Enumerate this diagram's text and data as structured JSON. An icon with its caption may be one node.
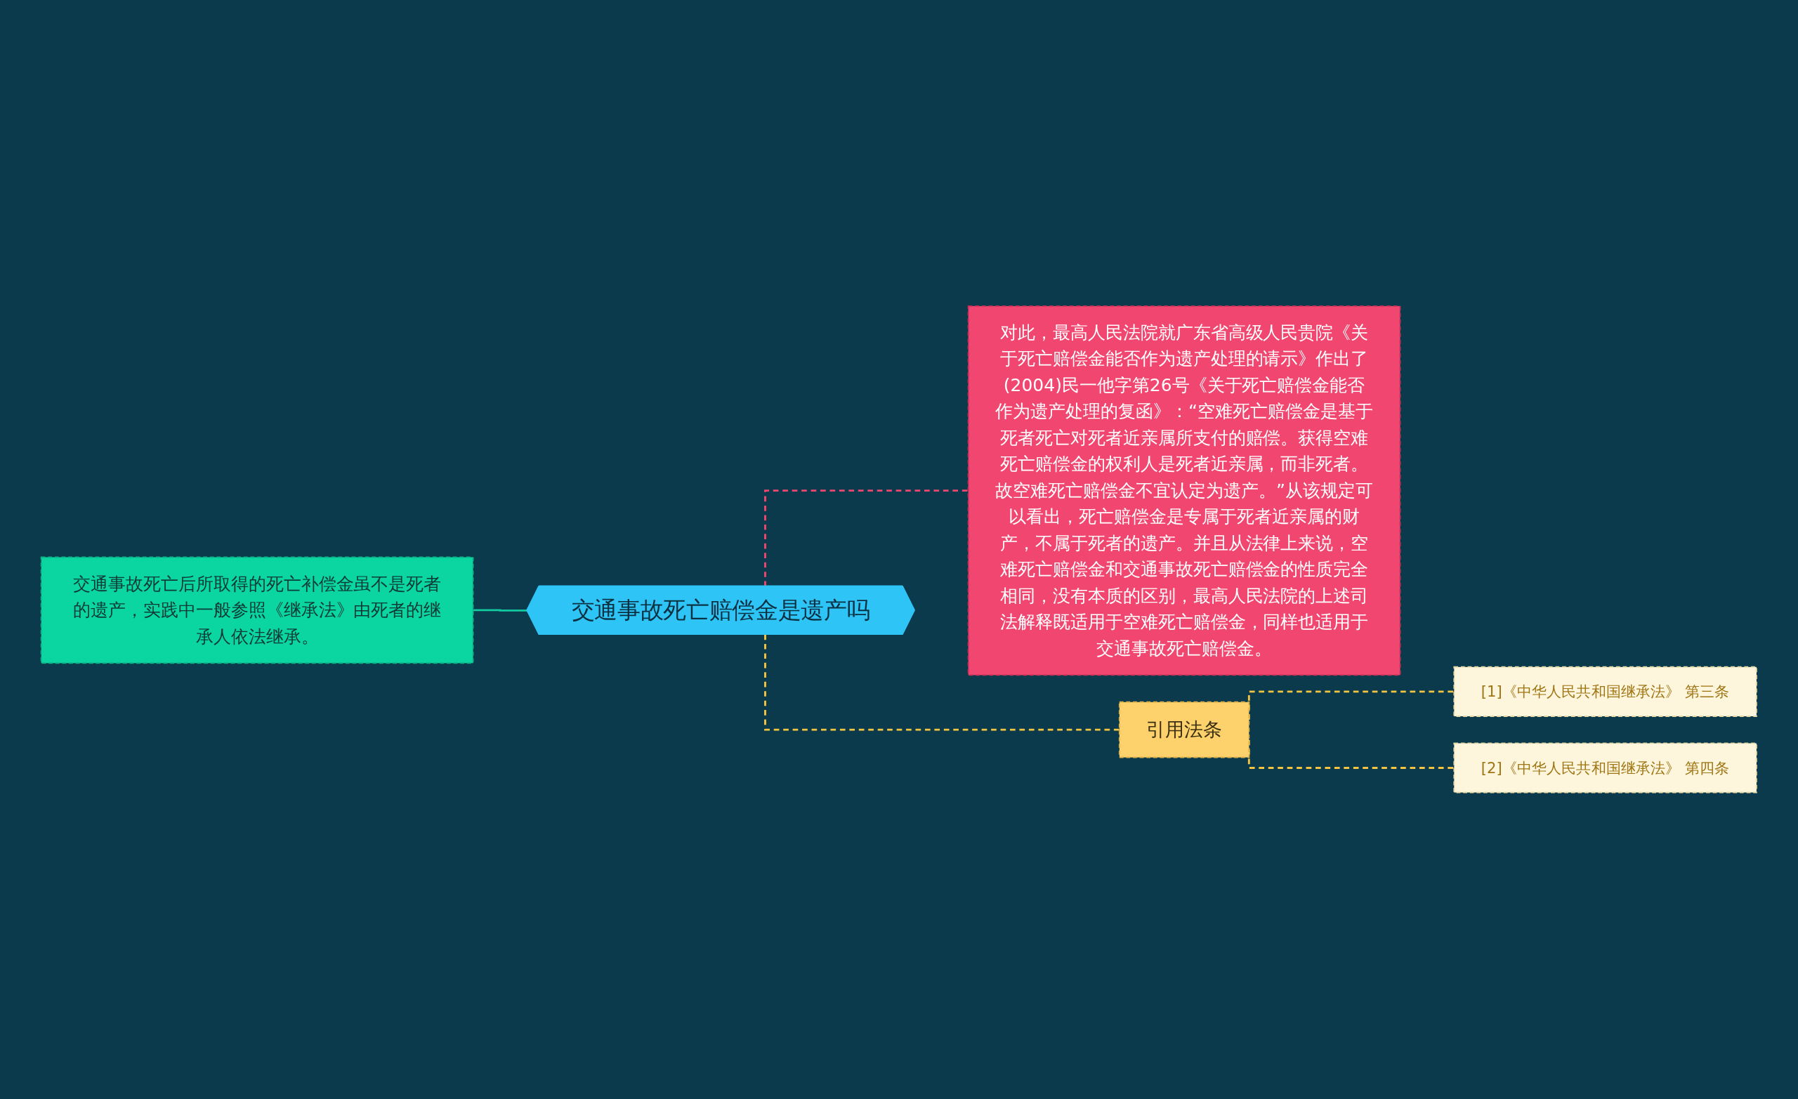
{
  "diagram": {
    "nodes": [
      {
        "text": [
          "交通事故死亡赔偿金是遗产吗"
        ]
      },
      {
        "text": [
          "交通事故死亡后所取得的死亡补偿金虽不是死者的遗产，实践中一般参照《继承法》由死者的继承人依法继承。"
        ]
      },
      {
        "text": [
          "对此，最高人民法院就广东省高级人民贵院《关于死亡赔偿金能否作为遗产处理的请示》作出了(2004)民一他字第26号《关于死亡赔偿金能否作为遗产处理的复函》：“空难死亡赔偿金是基于死者死亡对死者近亲属所支付的赔偿。获得空难死亡赔偿金的权利人是死者近亲属，而非死者。故空难死亡赔偿金不宜认定为遗产。”从该规定可以看出，死亡赔偿金是专属于死者近亲属的财产，不属于死者的遗产。并且从法律上来说，空难死亡赔偿金和交通事故死亡赔偿金的性质完全相同，没有本质的区别，最高人民法院的上述司法解释既适用于空难死亡赔偿金，同样也适用于交通事故死亡赔偿金。"
        ]
      },
      {
        "text": [
          "引用法条"
        ]
      },
      {
        "text": [
          "[1]《中华人民共和国继承法》 第三条"
        ]
      },
      {
        "text": [
          "[2]《中华人民共和国继承法》 第四条"
        ]
      }
    ],
    "edges": [
      {
        "from": 1,
        "to": 0,
        "arrow": "none",
        "color": "#12c9a0"
      },
      {
        "from": 0,
        "to": 2,
        "arrow": "none",
        "style": "dashed",
        "color": "#f0466f"
      },
      {
        "from": 0,
        "to": 3,
        "arrow": "none",
        "style": "dashed"
      },
      {
        "from": 3,
        "to": 4,
        "arrow": "none",
        "style": "dashed"
      },
      {
        "from": 3,
        "to": 5,
        "arrow": "none",
        "style": "dashed"
      }
    ]
  }
}
